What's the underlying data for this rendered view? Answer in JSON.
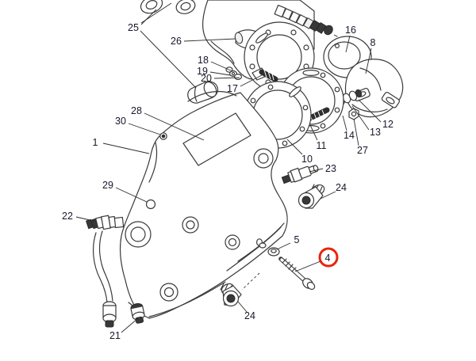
{
  "diagram": {
    "background_color": "#ffffff",
    "line_color": "#3a3a3a",
    "label_color": "#17172b",
    "highlight": {
      "part": "4",
      "color": "#e8250c"
    },
    "callouts": [
      {
        "label": "1"
      },
      {
        "label": "4"
      },
      {
        "label": "5"
      },
      {
        "label": "8"
      },
      {
        "label": "10"
      },
      {
        "label": "11"
      },
      {
        "label": "12"
      },
      {
        "label": "13"
      },
      {
        "label": "14"
      },
      {
        "label": "16"
      },
      {
        "label": "17"
      },
      {
        "label": "18"
      },
      {
        "label": "19"
      },
      {
        "label": "20"
      },
      {
        "label": "21"
      },
      {
        "label": "22"
      },
      {
        "label": "23"
      },
      {
        "label": "24"
      },
      {
        "label": "24"
      },
      {
        "label": "25"
      },
      {
        "label": "26"
      },
      {
        "label": "27"
      },
      {
        "label": "28"
      },
      {
        "label": "29"
      },
      {
        "label": "30"
      }
    ]
  }
}
